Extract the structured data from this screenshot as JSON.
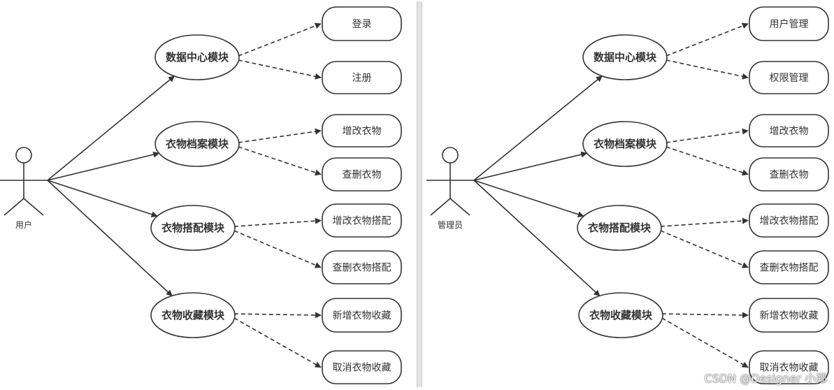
{
  "colors": {
    "stroke": "#333333",
    "text": "#333333",
    "node_fill": "#ffffff"
  },
  "diagrams": [
    {
      "actor": {
        "label": "用户",
        "icon": "stick-figure-actor-icon"
      },
      "modules": [
        {
          "label": "数据中心模块",
          "items": [
            "登录",
            "注册"
          ]
        },
        {
          "label": "衣物档案模块",
          "items": [
            "增改衣物",
            "查删衣物"
          ]
        },
        {
          "label": "衣物搭配模块",
          "items": [
            "增改衣物搭配",
            "查删衣物搭配"
          ]
        },
        {
          "label": "衣物收藏模块",
          "items": [
            "新增衣物收藏",
            "取消衣物收藏"
          ]
        }
      ]
    },
    {
      "actor": {
        "label": "管理员",
        "icon": "stick-figure-actor-icon"
      },
      "modules": [
        {
          "label": "数据中心模块",
          "items": [
            "用户管理",
            "权限管理"
          ]
        },
        {
          "label": "衣物档案模块",
          "items": [
            "增改衣物",
            "查删衣物"
          ]
        },
        {
          "label": "衣物搭配模块",
          "items": [
            "增改衣物搭配",
            "查删衣物搭配"
          ]
        },
        {
          "label": "衣物收藏模块",
          "items": [
            "新增衣物收藏",
            "取消衣物收藏"
          ]
        }
      ]
    }
  ],
  "watermark": "CSDN @Designer 小郑"
}
